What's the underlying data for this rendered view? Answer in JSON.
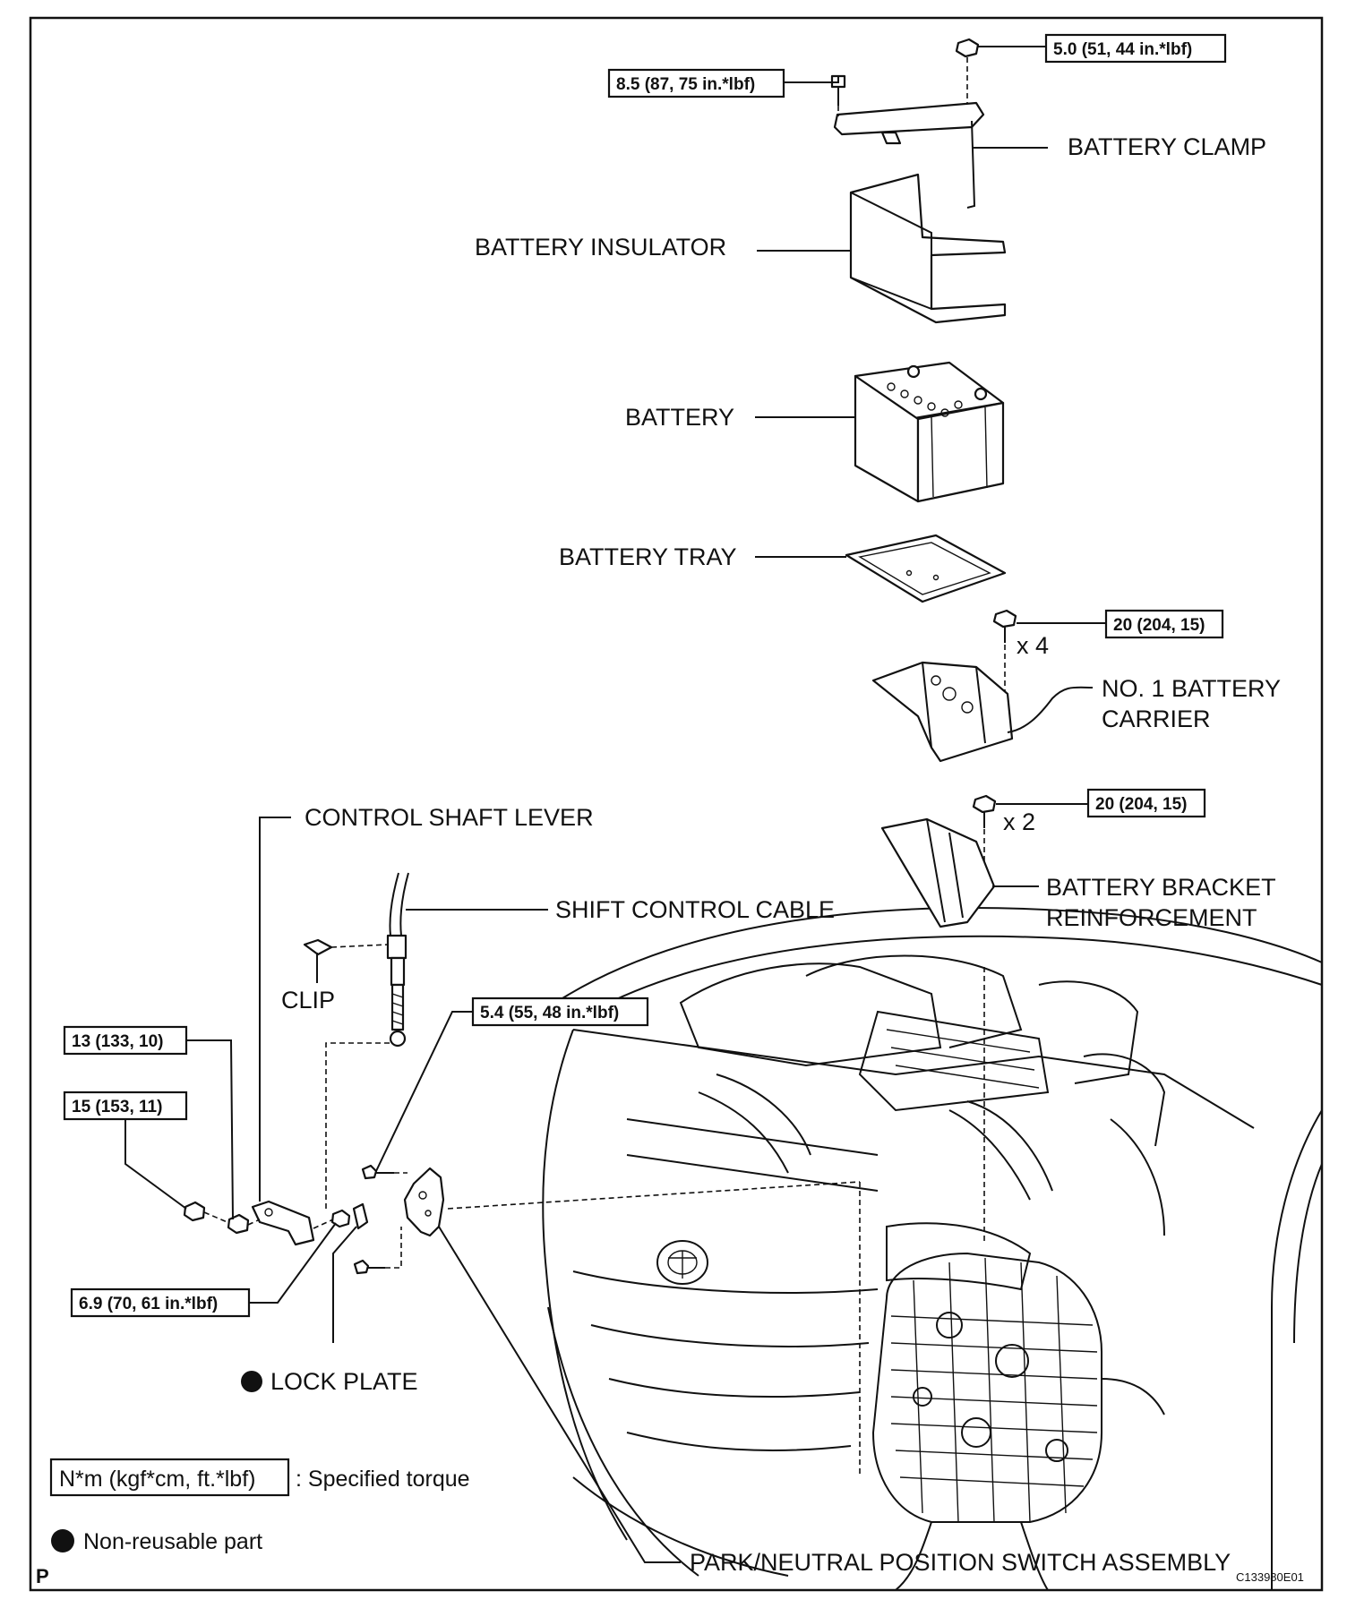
{
  "labels": {
    "battery_clamp": "BATTERY CLAMP",
    "battery_insulator": "BATTERY INSULATOR",
    "battery": "BATTERY",
    "battery_tray": "BATTERY TRAY",
    "battery_carrier_1": "NO. 1 BATTERY",
    "battery_carrier_2": "CARRIER",
    "bracket_reinf_1": "BATTERY BRACKET",
    "bracket_reinf_2": "REINFORCEMENT",
    "control_shaft_lever": "CONTROL SHAFT LEVER",
    "shift_control_cable": "SHIFT CONTROL CABLE",
    "clip": "CLIP",
    "lock_plate": "LOCK PLATE",
    "pnp_switch": "PARK/NEUTRAL POSITION SWITCH ASSEMBLY"
  },
  "torques": {
    "clamp_nut": "5.0 (51, 44 in.*lbf)",
    "clamp_bolt": "8.5 (87, 75 in.*lbf)",
    "carrier_bolt": "20 (204, 15)",
    "bracket_bolt": "20 (204, 15)",
    "switch_bolt": "5.4 (55, 48 in.*lbf)",
    "lever_nut_a": "13 (133, 10)",
    "lever_nut_b": "15 (153, 11)",
    "lock_nut": "6.9 (70, 61 in.*lbf)"
  },
  "qty": {
    "carrier": "x 4",
    "bracket": "x 2"
  },
  "legend": {
    "torque_box": "N*m (kgf*cm, ft.*lbf)",
    "torque_text": ": Specified torque",
    "nonreusable_text": "Non-reusable part"
  },
  "footer": {
    "corner": "P",
    "code": "C133980E01"
  }
}
